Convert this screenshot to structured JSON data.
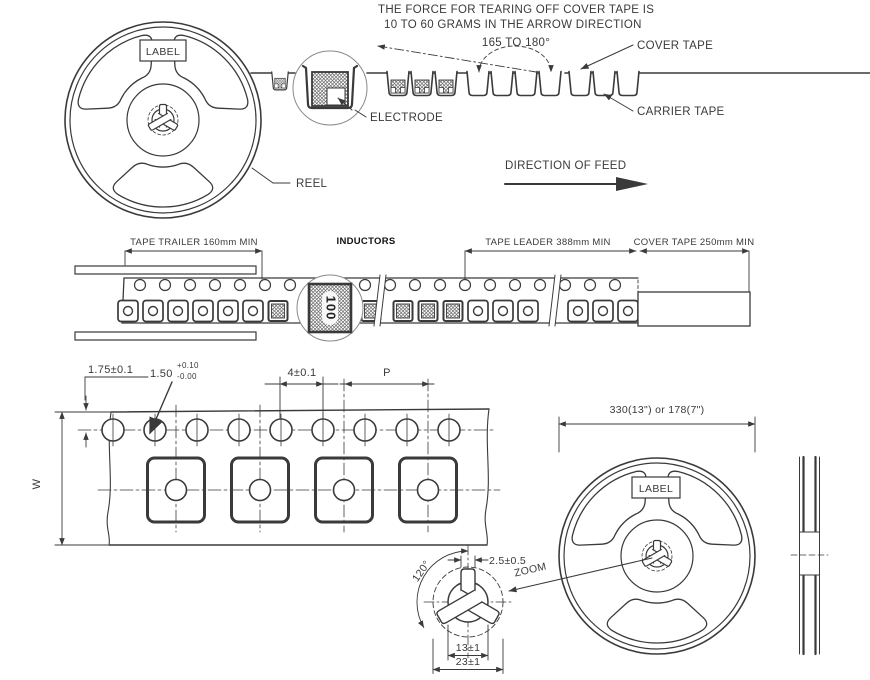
{
  "top": {
    "note1": "THE FORCE FOR TEARING OFF COVER TAPE IS",
    "note2": "10 TO 60 GRAMS IN THE ARROW DIRECTION",
    "peel_angle": "165 TO 180°",
    "cover_tape": "COVER TAPE",
    "carrier_tape": "CARRIER TAPE",
    "electrode": "ELECTRODE",
    "reel": "REEL",
    "reel_label": "LABEL",
    "direction_of_feed": "DIRECTION OF FEED"
  },
  "mid": {
    "tape_trailer": "TAPE TRAILER 160mm MIN",
    "inductors": "INDUCTORS",
    "tape_leader": "TAPE LEADER 388mm MIN",
    "cover_tape": "COVER TAPE 250mm MIN",
    "marking": "100"
  },
  "dims": {
    "edge_to_hole": "1.75±0.1",
    "hole_dia": "1.50",
    "hole_dia_plus": "+0.10",
    "hole_dia_minus": "-0.00",
    "hole_pitch": "4±0.1",
    "pocket_pitch": "P",
    "tape_width": "W"
  },
  "reel": {
    "diameter": "330(13\") or 178(7\")",
    "label": "LABEL",
    "zoom": "ZOOM",
    "hub_angle": "120°",
    "key_width": "2.5±0.5",
    "hub_inner": "13±1",
    "hub_outer": "23±1"
  }
}
